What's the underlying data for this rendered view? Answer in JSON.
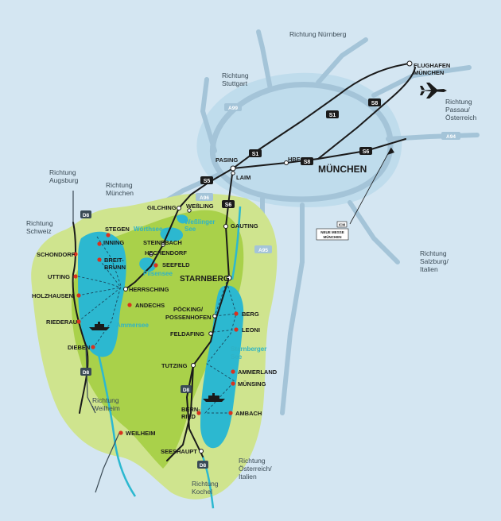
{
  "city": "MÜNCHEN",
  "airport": {
    "line1": "FLUGHAFEN",
    "line2": "MÜNCHEN"
  },
  "messe": {
    "code": "ICM",
    "line1": "NEUE MESSE",
    "line2": "MÜNCHEN"
  },
  "directions": {
    "nuernberg": [
      "Richtung Nürnberg"
    ],
    "stuttgart": [
      "Richtung",
      "Stuttgart"
    ],
    "passau": [
      "Richtung",
      "Passau/",
      "Österreich"
    ],
    "augsburg": [
      "Richtung",
      "Augsburg"
    ],
    "muenchen": [
      "Richtung",
      "München"
    ],
    "schweiz": [
      "Richtung",
      "Schweiz"
    ],
    "salzburg": [
      "Richtung",
      "Salzburg/",
      "Italien"
    ],
    "weilheim": [
      "Richtung",
      "Weilheim"
    ],
    "oesterreich": [
      "Richtung",
      "Österreich/",
      "Italien"
    ],
    "kochel": [
      "Richtung",
      "Kochel"
    ]
  },
  "sbahn": {
    "s1": "S1",
    "s1b": "S1",
    "s8": "S8",
    "s8b": "S8",
    "s6": "S6",
    "s6b": "S6",
    "s5": "S5"
  },
  "roads": {
    "a99": "A99",
    "a94": "A94",
    "a96": "A96",
    "a95": "A95",
    "d8a": "D8",
    "d8b": "D8",
    "d8c": "D8",
    "d8d": "D8"
  },
  "stations": {
    "pasing": "PASING",
    "laim": "LAIM",
    "hbf": "HBF",
    "gilching": "GILCHING",
    "wessling": "WEßLING",
    "gauting": "GAUTING",
    "steinebach": "STEINEBACH",
    "hechendorf": "HECHENDORF",
    "seefeld": "SEEFELD",
    "herrsching": "HERRSCHING",
    "andechs": "ANDECHS",
    "stegen": "STEGEN",
    "inning": "INNING",
    "schondorf": "SCHONDORF",
    "breitbrunn": [
      "BREIT-",
      "BRUNN"
    ],
    "utting": "UTTING",
    "holzhausen": "HOLZHAUSEN",
    "riederau": "RIEDERAU",
    "dieben": "DIEBEN",
    "starnberg": "STARNBERG",
    "poecking": [
      "PÖCKING/",
      "POSSENHOFEN"
    ],
    "berg": "BERG",
    "leoni": "LEONI",
    "feldafing": "FELDAFING",
    "tutzing": "TUTZING",
    "ammerland": "AMMERLAND",
    "muensing": "MÜNSING",
    "bernried": [
      "BERN-",
      "RIED"
    ],
    "ambach": "AMBACH",
    "seeshaupt": "SEESHAUPT",
    "weilheim": "WEILHEIM"
  },
  "lakes": {
    "woerthsee": "Wörthsee",
    "wesslinger": [
      "Weßlinger",
      "See"
    ],
    "pilsensee": "Pilsensee",
    "ammersee": "Ammersee",
    "starnberger": [
      "Starnberger",
      "See"
    ]
  },
  "colors": {
    "background": "#d4e6f2",
    "urban": "#bfdcec",
    "land_light": "#cfe48e",
    "land_green": "#a9d14a",
    "lake": "#2cb8d0",
    "rail": "#1a1a1a",
    "road": "#a4c4d8",
    "dot": "#d8321f"
  }
}
